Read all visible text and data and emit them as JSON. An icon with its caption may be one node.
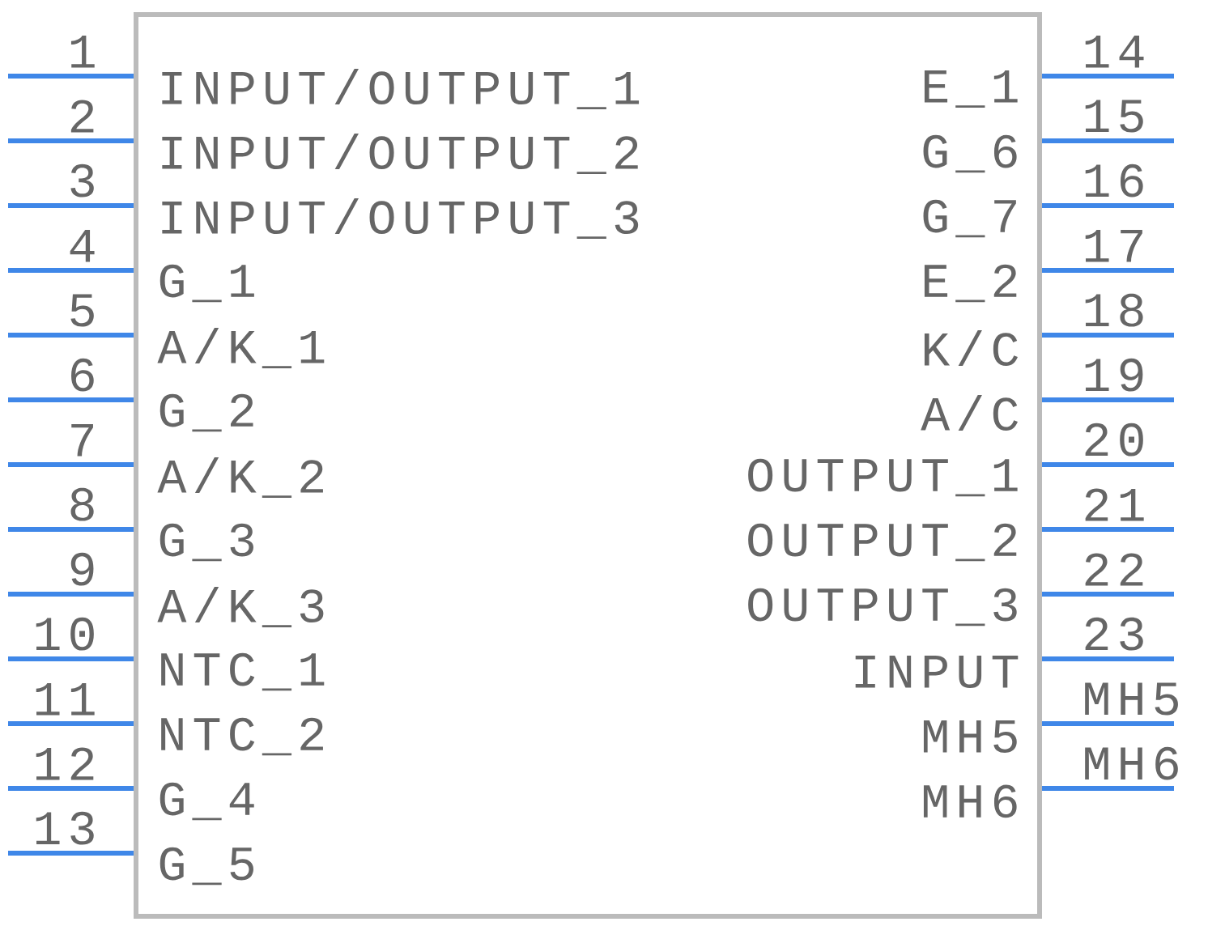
{
  "diagram": {
    "nodes": [
      {
        "text": [
          "INPUT/OUTPUT_1",
          "INPUT/OUTPUT_2",
          "INPUT/OUTPUT_3",
          "G_1",
          "A/K_1",
          "G_2",
          "A/K_2",
          "G_3",
          "A/K_3",
          "NTC_1",
          "NTC_2",
          "G_4",
          "G_5",
          "E_1",
          "G_6",
          "G_7",
          "E_2",
          "K/C",
          "A/C",
          "OUTPUT_1",
          "OUTPUT_2",
          "OUTPUT_3",
          "INPUT",
          "MH5",
          "MH6"
        ]
      }
    ],
    "labels": [
      "1",
      "2",
      "3",
      "4",
      "5",
      "6",
      "7",
      "8",
      "9",
      "10",
      "11",
      "12",
      "13",
      "14",
      "15",
      "16",
      "17",
      "18",
      "19",
      "20",
      "21",
      "22",
      "23",
      "MH5",
      "MH6"
    ]
  }
}
